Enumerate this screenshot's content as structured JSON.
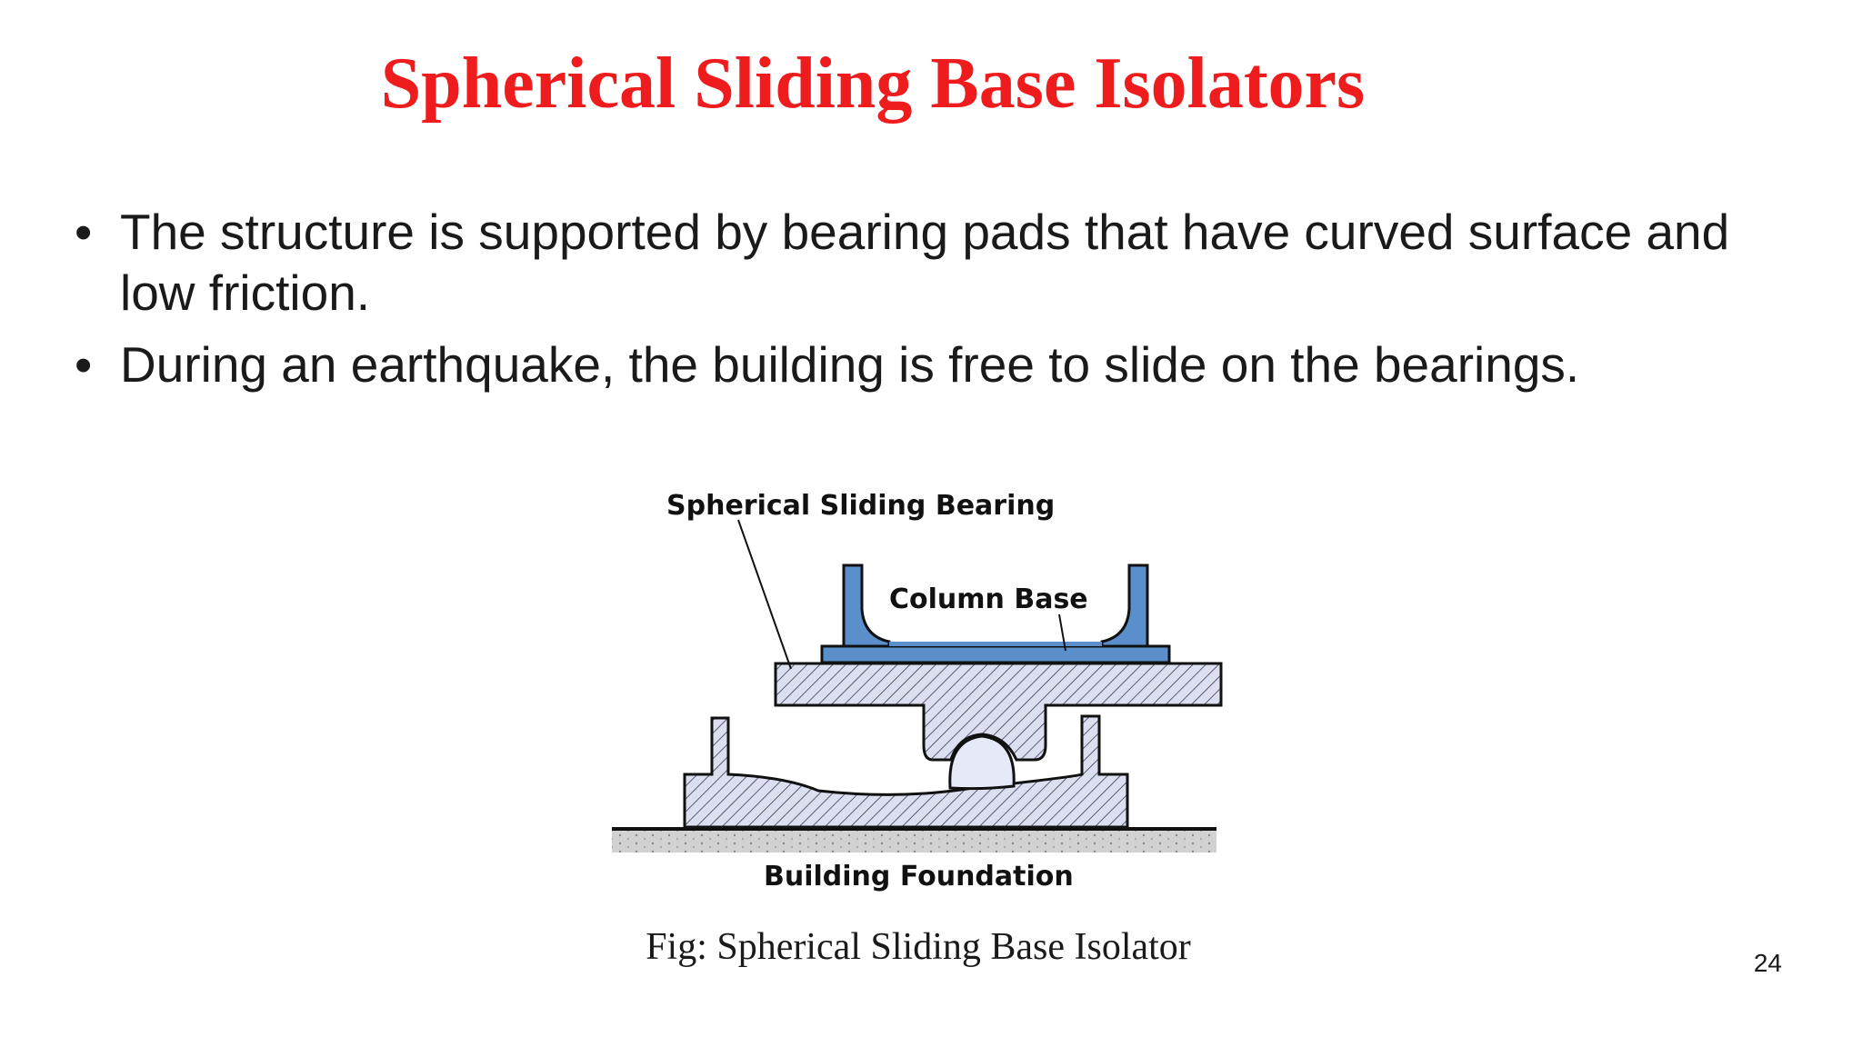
{
  "slide": {
    "title": "Spherical Sliding Base Isolators",
    "bullets": [
      "The structure is  supported by  bearing pads that have  curved surface and low friction.",
      "During an earthquake, the building is free to slide on the bearings."
    ],
    "bullet_glyph": "•",
    "figure": {
      "labels": {
        "bearing": "Spherical Sliding Bearing",
        "column": "Column Base",
        "foundation": "Building Foundation"
      },
      "colors": {
        "column": "#5a8fcc",
        "hatch_fill": "#dcdff0",
        "ball": "#e6e9f8",
        "ground": "#d2d2d2"
      }
    },
    "caption": "Fig: Spherical Sliding Base Isolator",
    "page_number": "24",
    "title_color": "#ee1c1c"
  }
}
